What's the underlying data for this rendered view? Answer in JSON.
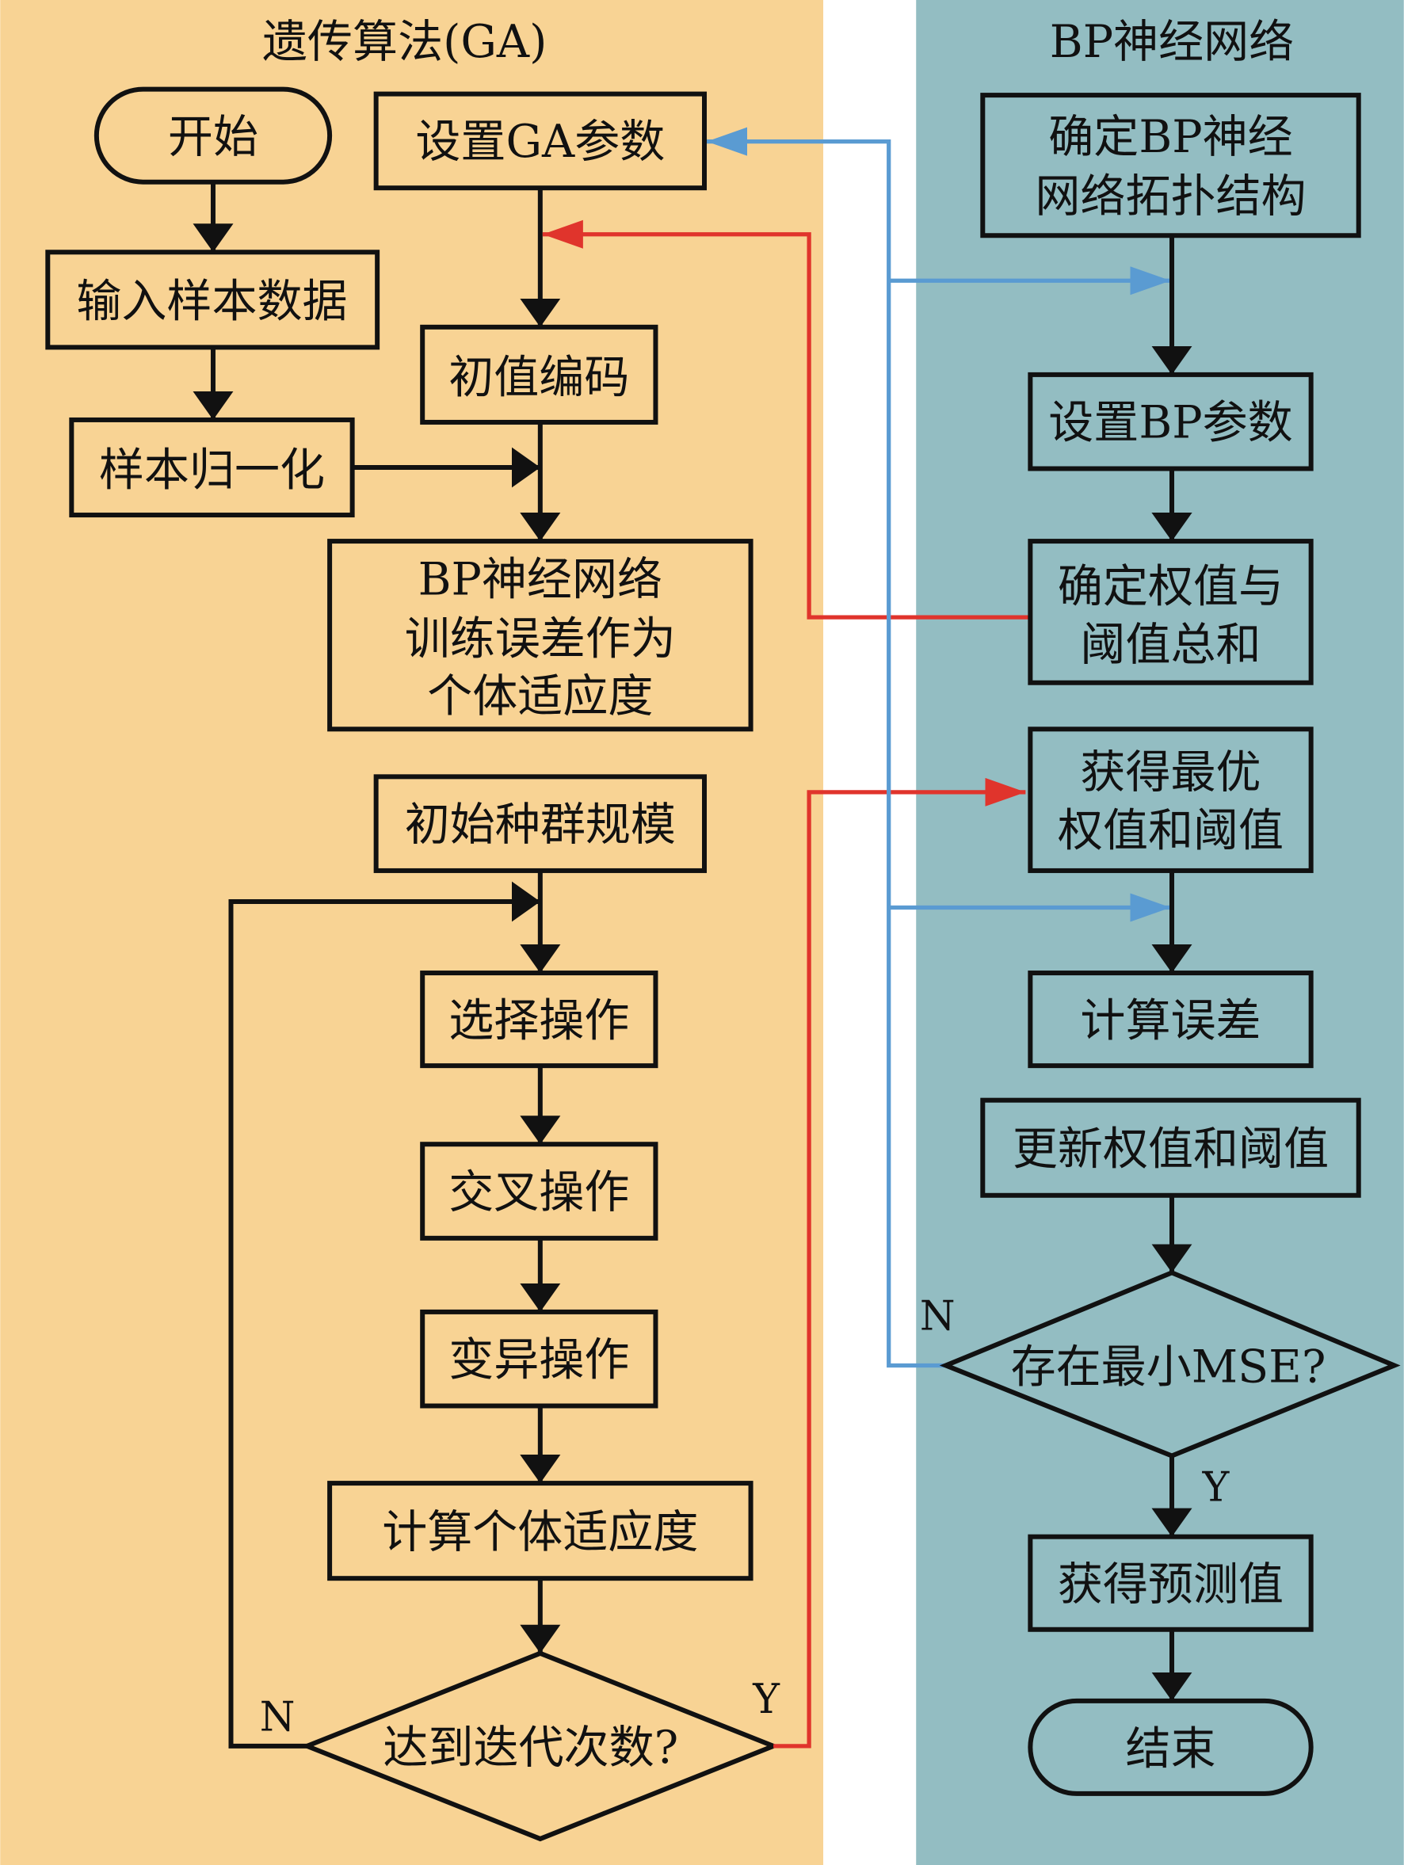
{
  "columns": {
    "ga": {
      "title": "遗传算法(GA)",
      "background": "#F8D394"
    },
    "bp": {
      "title": "BP神经网络",
      "background": "#93BDC2"
    },
    "gap_background": "#FFFFFF"
  },
  "ga_nodes": {
    "start": "开始",
    "input": "输入样本数据",
    "normalize": "样本归一化",
    "set_params": "设置GA参数",
    "encode": "初值编码",
    "fitness": [
      "BP神经网络",
      "训练误差作为",
      "个体适应度"
    ],
    "population": "初始种群规模",
    "select": "选择操作",
    "crossover": "交叉操作",
    "mutate": "变异操作",
    "calc_fitness": "计算个体适应度",
    "decision": "达到迭代次数?"
  },
  "bp_nodes": {
    "topology": [
      "确定BP神经",
      "网络拓扑结构"
    ],
    "set_params": "设置BP参数",
    "weights_total": [
      "确定权值与",
      "阈值总和"
    ],
    "optimal": [
      "获得最优",
      "权值和阈值"
    ],
    "calc_error": "计算误差",
    "update": "更新权值和阈值",
    "decision": "存在最小MSE?",
    "predict": "获得预测值",
    "end": "结束"
  },
  "branch_labels": {
    "ga_no": "N",
    "ga_yes": "Y",
    "bp_no": "N",
    "bp_yes": "Y"
  },
  "colors": {
    "flow": "#111111",
    "ga_to_bp_link": "#E0342C",
    "bp_feedback_link": "#5A9BD2"
  }
}
